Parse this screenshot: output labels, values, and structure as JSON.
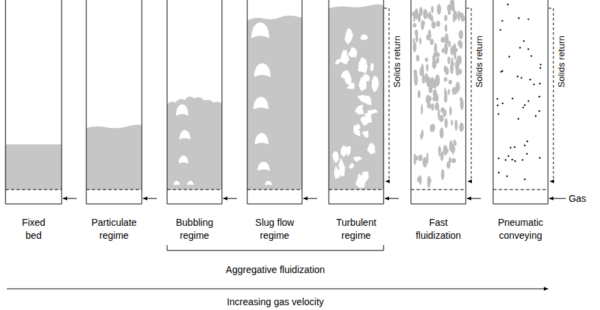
{
  "diagram": {
    "labels": [
      "Solids return",
      "Solids return",
      "Solids return",
      "Gas",
      "Fixed bed",
      "Particulate regime",
      "Bubbling regime",
      "Slug flow regime",
      "Turbulent regime",
      "Fast fluidization",
      "Pneumatic conveying",
      "Aggregative fluidization",
      "Increasing gas velocity"
    ]
  }
}
